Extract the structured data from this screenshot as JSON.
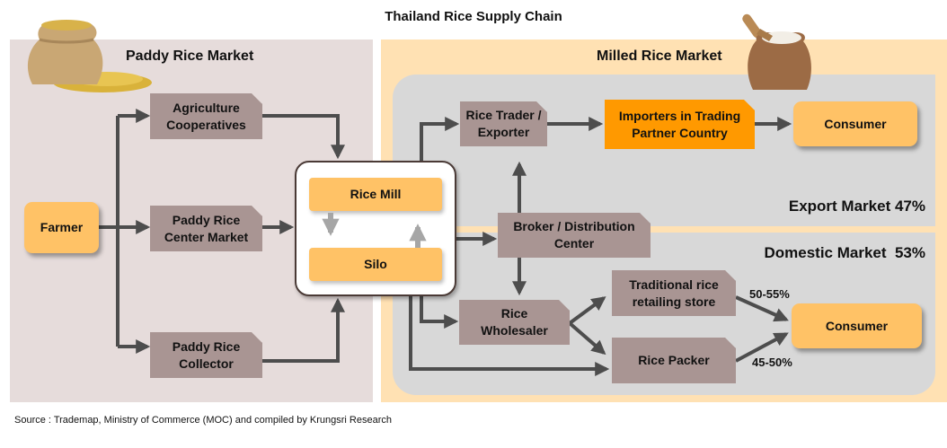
{
  "title": "Thailand Rice Supply Chain",
  "panels": {
    "paddy": {
      "title": "Paddy Rice Market"
    },
    "milled": {
      "title": "Milled Rice Market"
    }
  },
  "markets": {
    "export": {
      "label": "Export Market 47%",
      "share_percent": 47
    },
    "domestic": {
      "label": "Domestic Market  53%",
      "share_percent": 53
    }
  },
  "nodes": {
    "farmer": "Farmer",
    "agri_coop": "Agriculture Cooperatives",
    "paddy_center": "Paddy Rice Center Market",
    "paddy_collector": "Paddy Rice Collector",
    "rice_mill": "Rice Mill",
    "silo": "Silo",
    "trader_exporter": "Rice Trader / Exporter",
    "importers": "Importers in  Trading Partner Country",
    "consumer_export": "Consumer",
    "broker": "Broker / Distribution Center",
    "wholesaler": "Rice Wholesaler",
    "traditional_store": "Traditional rice retailing store",
    "rice_packer": "Rice Packer",
    "consumer_domestic": "Consumer"
  },
  "flow_shares": {
    "traditional_to_consumer": "50-55%",
    "packer_to_consumer": "45-50%"
  },
  "images": {
    "paddy_sack": "sack-of-paddy-rice",
    "milled_sack": "sack-of-milled-rice-with-scoop"
  },
  "colors": {
    "paddy_panel": "#e6dcdb",
    "milled_panel": "#ffe1b3",
    "market_box": "#d8d8d8",
    "actor_brown": "#a99593",
    "endpoint_yellow": "#ffc266",
    "importer_orange": "#ff9900",
    "arrow": "#4d4d4d"
  },
  "source": "Source : Trademap, Ministry of Commerce (MOC) and compiled by Krungsri Research"
}
